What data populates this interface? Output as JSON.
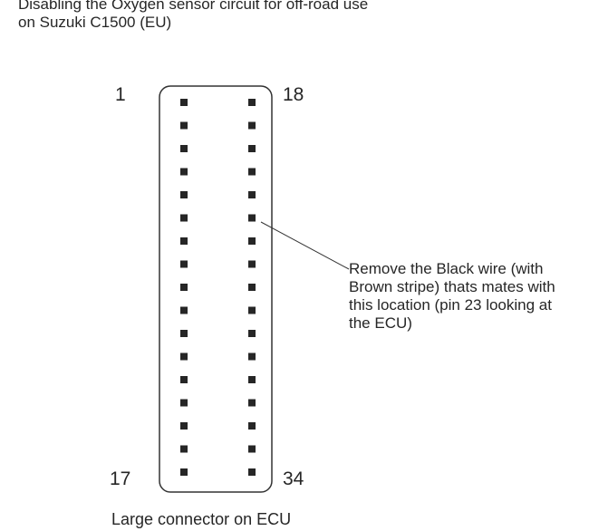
{
  "title": {
    "line1": "Disabling the Oxygen sensor circuit for off-road use",
    "line2": "on Suzuki C1500 (EU)"
  },
  "connector": {
    "pin_labels": {
      "top_left": "1",
      "top_right": "18",
      "bottom_left": "17",
      "bottom_right": "34"
    },
    "pins_per_column": 17,
    "highlighted_pin": 23,
    "caption": "Large connector on ECU"
  },
  "callout": {
    "lines": [
      "Remove the Black wire (with",
      "Brown stripe) thats mates with",
      "this location (pin 23 looking at",
      "the ECU)"
    ]
  },
  "colors": {
    "pin": "#262626",
    "outline": "#333333",
    "text": "#262626"
  }
}
